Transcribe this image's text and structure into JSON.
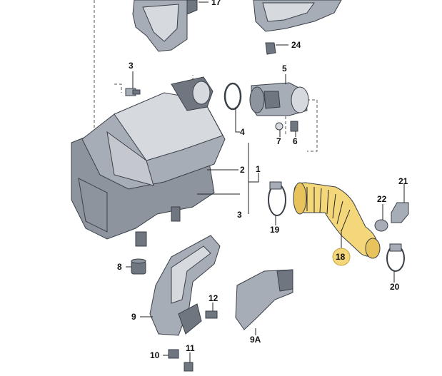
{
  "diagram": {
    "highlight_color": "#f4d77a",
    "part_fill": "#a7adb6",
    "part_dark": "#6f7680",
    "part_light": "#d6d9de",
    "labels": {
      "p17": "17",
      "p24": "24",
      "p3_top": "3",
      "p5": "5",
      "p4": "4",
      "p7": "7",
      "p6": "6",
      "p2": "2",
      "p1": "1",
      "p3_bottom": "3",
      "p21": "21",
      "p22": "22",
      "p19": "19",
      "p18": "18",
      "p8": "8",
      "p20": "20",
      "p12": "12",
      "p9": "9",
      "p9a": "9A",
      "p10": "10",
      "p11": "11"
    }
  }
}
